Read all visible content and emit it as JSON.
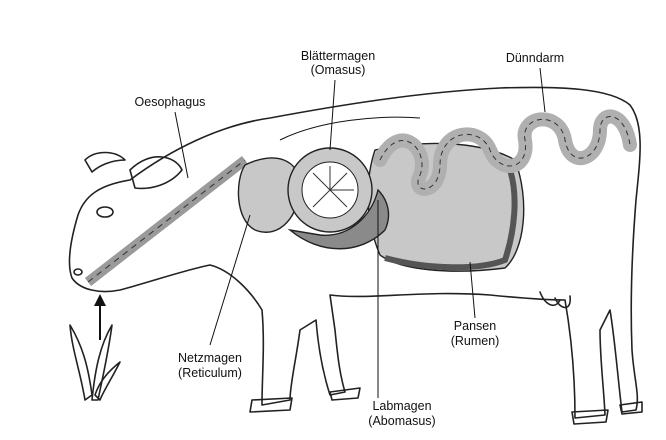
{
  "diagram": {
    "labels": {
      "oesophagus": "Oesophagus",
      "omasus_de": "Blättermagen",
      "omasus_lat": "(Omasus)",
      "small_intestine": "Dünndarm",
      "reticulum_de": "Netzmagen",
      "reticulum_lat": "(Reticulum)",
      "abomasus_de": "Labmagen",
      "abomasus_lat": "(Abomasus)",
      "rumen_de": "Pansen",
      "rumen_lat": "(Rumen)"
    },
    "colors": {
      "body": "#e9e9e9",
      "organ_light": "#c8c8c8",
      "organ_dark": "#8a8a8a",
      "outline": "#222222"
    }
  }
}
